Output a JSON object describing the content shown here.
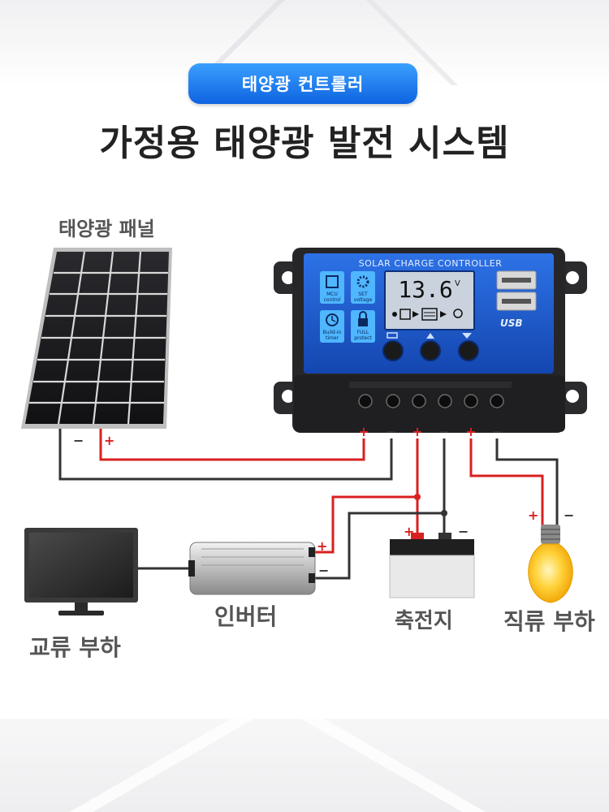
{
  "header": {
    "badge": "태양광 컨트롤러",
    "title": "가정용 태양광 발전 시스템"
  },
  "components": {
    "solar_panel": "태양광 패널",
    "inverter": "인버터",
    "battery": "축전지",
    "dc_load": "직류 부하",
    "ac_load": "교류 부하"
  },
  "controller": {
    "label": "SOLAR CHARGE CONTROLLER",
    "lcd_value": "13.6",
    "lcd_unit": "V",
    "usb_label": "USB",
    "buttons": [
      {
        "icon": "mcu-chip-icon",
        "text": "MCU control"
      },
      {
        "icon": "gear-icon",
        "text": "SET voltage"
      },
      {
        "icon": "clock-icon",
        "text": "Build-in timer"
      },
      {
        "icon": "lock-icon",
        "text": "FULL protect"
      }
    ]
  },
  "terminals": [
    "+",
    "−",
    "+",
    "−",
    "+",
    "−"
  ],
  "polarity": {
    "positive": "+",
    "negative": "−"
  },
  "colors": {
    "badge": "#1b7cf2",
    "controller_face": "#1b56c8",
    "positive_wire": "#d92020",
    "negative_wire": "#333333"
  }
}
